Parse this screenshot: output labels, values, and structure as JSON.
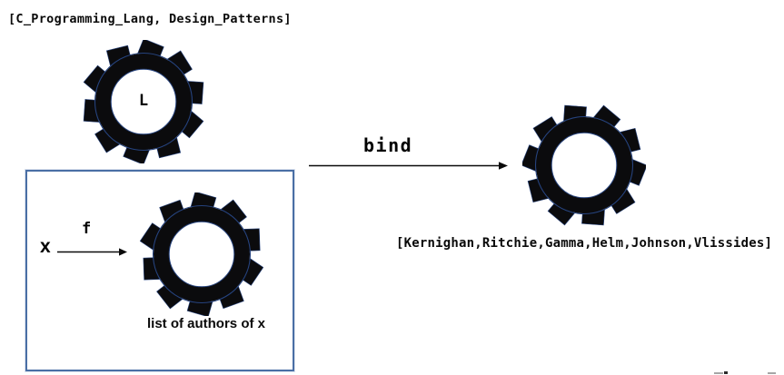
{
  "labels": {
    "input_list": "[C_Programming_Lang, Design_Patterns]",
    "monad_letter": "L",
    "bind": "bind",
    "result_list": "[Kernighan,Ritchie,Gamma,Helm,Johnson,Vlissides]"
  },
  "function_box": {
    "input": "x",
    "function": "f",
    "caption": "list of authors of x"
  },
  "colors": {
    "box_border": "#4a6fa5",
    "gear_fill": "#0b0b0d",
    "gear_outline": "#26437e",
    "arrow": "#0a0a0a",
    "text": "#000000"
  }
}
